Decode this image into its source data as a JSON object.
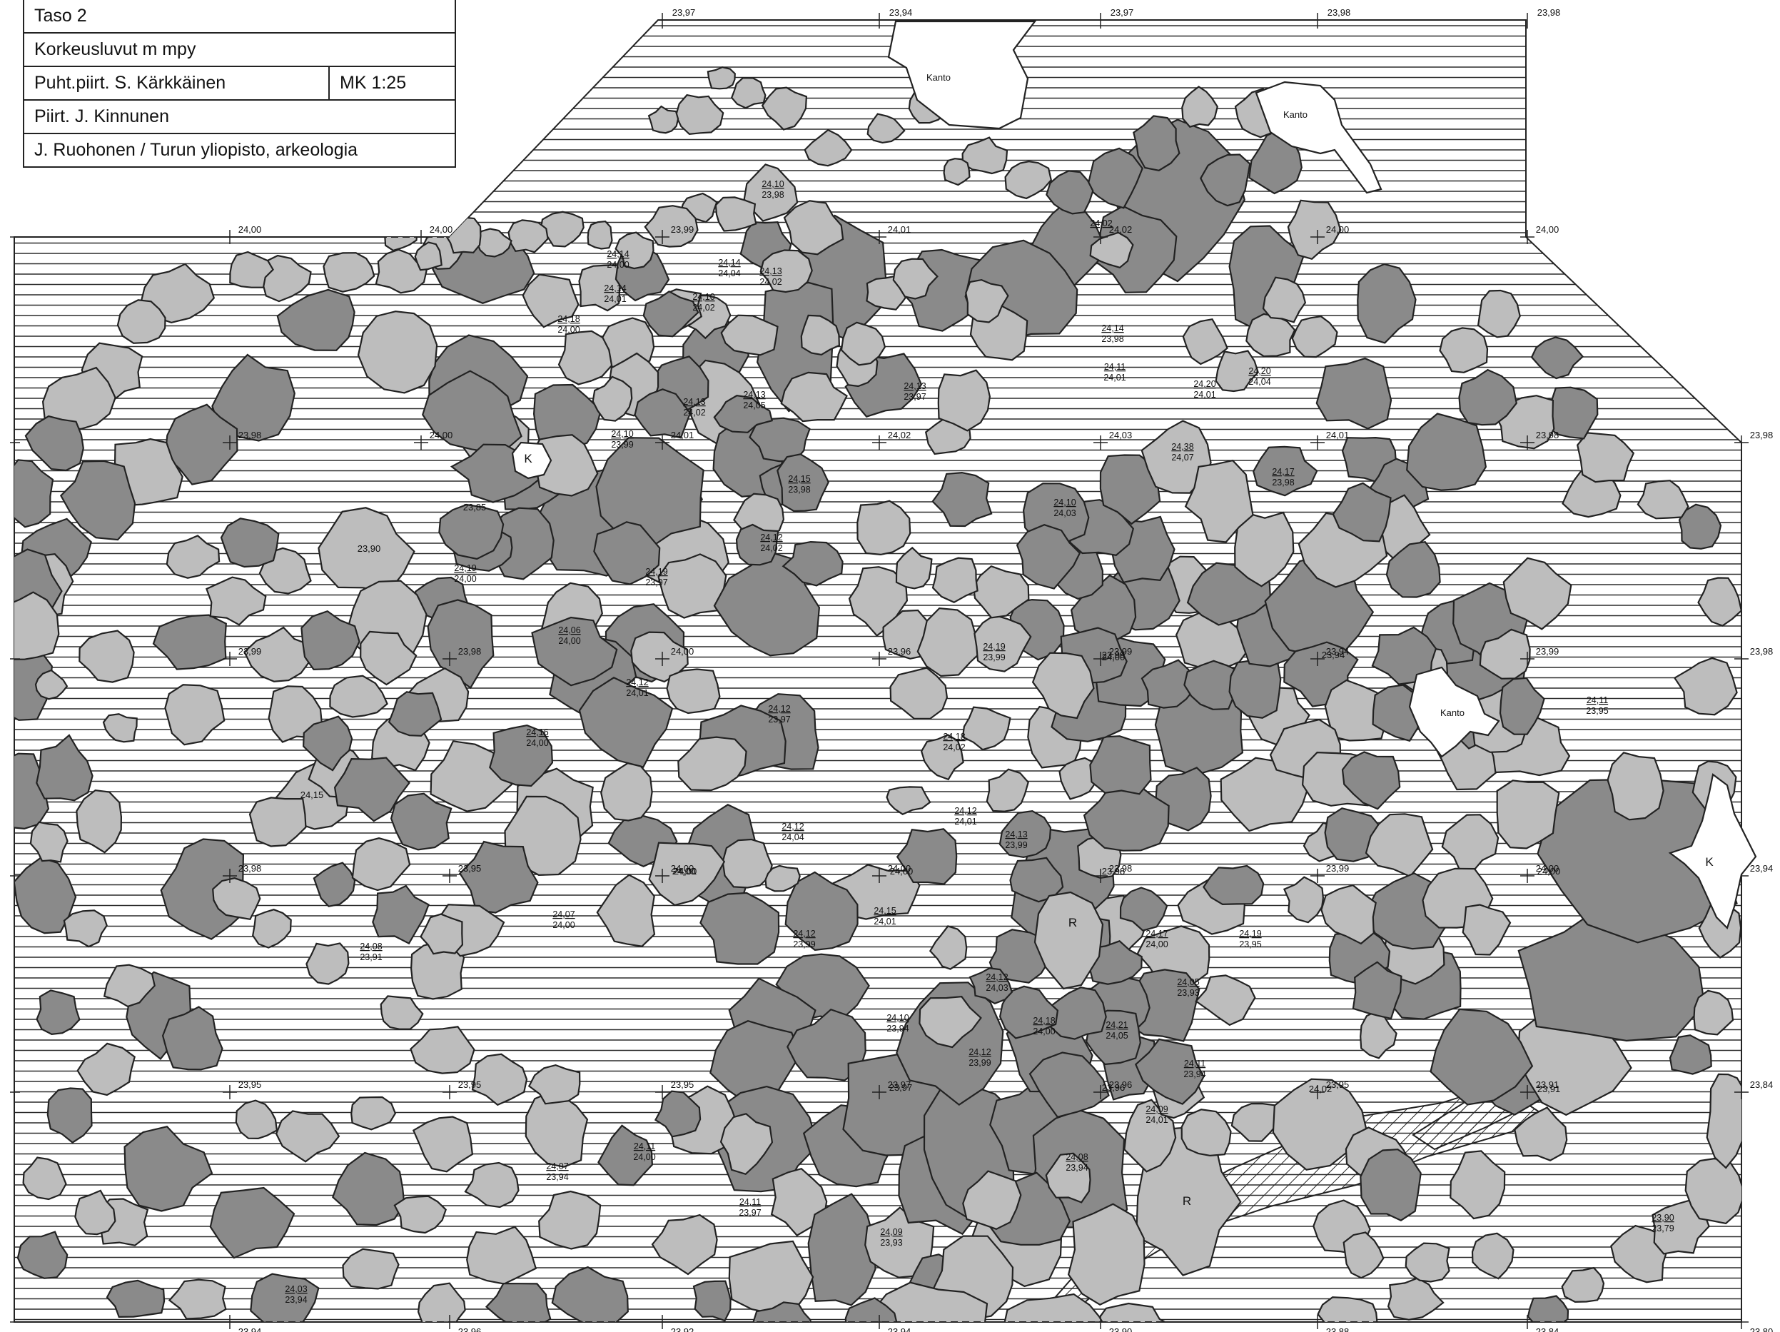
{
  "title_block": {
    "level": "Taso 2",
    "heights_note": "Korkeusluvut m mpy",
    "clean_drawing": "Puht.piirt. S. Kärkkäinen",
    "scale": "MK 1:25",
    "drawn_by": "Piirt. J. Kinnunen",
    "credit": "J. Ruohonen / Turun yliopisto, arkeologia"
  },
  "colors": {
    "stone_dark": "#8a8a8a",
    "stone_light": "#bdbdbd",
    "outline": "#222222",
    "hatch_line": "#222222"
  },
  "feature_labels": {
    "stump": "Kanto",
    "k": "K",
    "r": "R"
  },
  "features": [
    {
      "type": "stump",
      "label": "Kanto"
    },
    {
      "type": "stump",
      "label": "Kanto"
    },
    {
      "type": "stump",
      "label": "Kanto"
    },
    {
      "type": "k",
      "label": "K"
    },
    {
      "type": "k",
      "label": "K"
    },
    {
      "type": "r",
      "label": "R"
    },
    {
      "type": "r",
      "label": "R"
    }
  ],
  "grid_top_elevations": [
    "23,97",
    "23,94",
    "23,97",
    "23,98",
    "23,98"
  ],
  "grid_points": [
    "24,00",
    "24,00",
    "23,99",
    "24,01",
    "24,02",
    "24,00",
    "24,00",
    "23,98",
    "24,00",
    "24,01",
    "24,02",
    "24,03",
    "24,01",
    "23,98",
    "23,98",
    "23,99",
    "23,98",
    "24,00",
    "23,96",
    "23,99",
    "23,94",
    "23,99",
    "23,98",
    "23,98",
    "23,95",
    "24,00",
    "24,00",
    "23,98",
    "23,99",
    "24,00",
    "23,94",
    "23,95",
    "23,95",
    "23,95",
    "23,97",
    "23,96",
    "23,95",
    "23,91",
    "23,84",
    "23,94",
    "23,96",
    "23,92",
    "23,94",
    "23,90",
    "23,88",
    "23,84",
    "23,80"
  ],
  "spot_heights": [
    "23,85",
    "23,90",
    "24,15",
    "24,00",
    "24,00",
    "24,00",
    "23,99",
    "23,98",
    "24,00",
    "24,00",
    "23,94",
    "23,96",
    "23,97",
    "23,91",
    "24,02",
    "24,01"
  ],
  "stone_measurements": [
    {
      "top": "24,10",
      "bottom": "23,98"
    },
    {
      "top": "24,14",
      "bottom": "24,00"
    },
    {
      "top": "24,14",
      "bottom": "24,04"
    },
    {
      "top": "24,13",
      "bottom": "24,02"
    },
    {
      "top": "24,14",
      "bottom": "24,01"
    },
    {
      "top": "24,10",
      "bottom": "24,02"
    },
    {
      "top": "24,18",
      "bottom": "24,00"
    },
    {
      "top": "24,13",
      "bottom": "24,02"
    },
    {
      "top": "24,13",
      "bottom": "24,05"
    },
    {
      "top": "24,10",
      "bottom": "23,99"
    },
    {
      "top": "24,13",
      "bottom": "23,97"
    },
    {
      "top": "24,15",
      "bottom": "23,98"
    },
    {
      "top": "24,12",
      "bottom": "24,02"
    },
    {
      "top": "24,19",
      "bottom": "24,00"
    },
    {
      "top": "24,19",
      "bottom": "23,97"
    },
    {
      "top": "24,06",
      "bottom": "24,00"
    },
    {
      "top": "24,12",
      "bottom": "24,01"
    },
    {
      "top": "24,12",
      "bottom": "23,97"
    },
    {
      "top": "24,16",
      "bottom": "24,00"
    },
    {
      "top": "24,19",
      "bottom": "23,99"
    },
    {
      "top": "24,18",
      "bottom": "24,02"
    },
    {
      "top": "24,12",
      "bottom": "24,01"
    },
    {
      "top": "24,13",
      "bottom": "23,99"
    },
    {
      "top": "24,12",
      "bottom": "24,04"
    },
    {
      "top": "24,07",
      "bottom": "24,00"
    },
    {
      "top": "24,08",
      "bottom": "23,91"
    },
    {
      "top": "24,15",
      "bottom": "24,01"
    },
    {
      "top": "24,12",
      "bottom": "23,99"
    },
    {
      "top": "24,17",
      "bottom": "24,00"
    },
    {
      "top": "24,19",
      "bottom": "23,95"
    },
    {
      "top": "24,12",
      "bottom": "24,03"
    },
    {
      "top": "24,05",
      "bottom": "23,93"
    },
    {
      "top": "24,18",
      "bottom": "24,00"
    },
    {
      "top": "24,21",
      "bottom": "24,05"
    },
    {
      "top": "24,10",
      "bottom": "23,94"
    },
    {
      "top": "24,12",
      "bottom": "23,99"
    },
    {
      "top": "24,11",
      "bottom": "23,94"
    },
    {
      "top": "24,09",
      "bottom": "24,01"
    },
    {
      "top": "24,11",
      "bottom": "24,00"
    },
    {
      "top": "24,07",
      "bottom": "23,94"
    },
    {
      "top": "24,08",
      "bottom": "23,94"
    },
    {
      "top": "24,11",
      "bottom": "23,97"
    },
    {
      "top": "24,09",
      "bottom": "23,93"
    },
    {
      "top": "24,03",
      "bottom": "23,94"
    },
    {
      "top": "23,90",
      "bottom": "23,79"
    },
    {
      "top": "24,14",
      "bottom": "23,98"
    },
    {
      "top": "24,11",
      "bottom": "24,01"
    },
    {
      "top": "24,20",
      "bottom": "24,01"
    },
    {
      "top": "24,20",
      "bottom": "24,04"
    },
    {
      "top": "24,38",
      "bottom": "24,07"
    },
    {
      "top": "24,17",
      "bottom": "23,98"
    },
    {
      "top": "24,10",
      "bottom": "24,03"
    },
    {
      "top": "24,11",
      "bottom": "23,95"
    },
    {
      "top": "24,02",
      "bottom": ""
    }
  ]
}
